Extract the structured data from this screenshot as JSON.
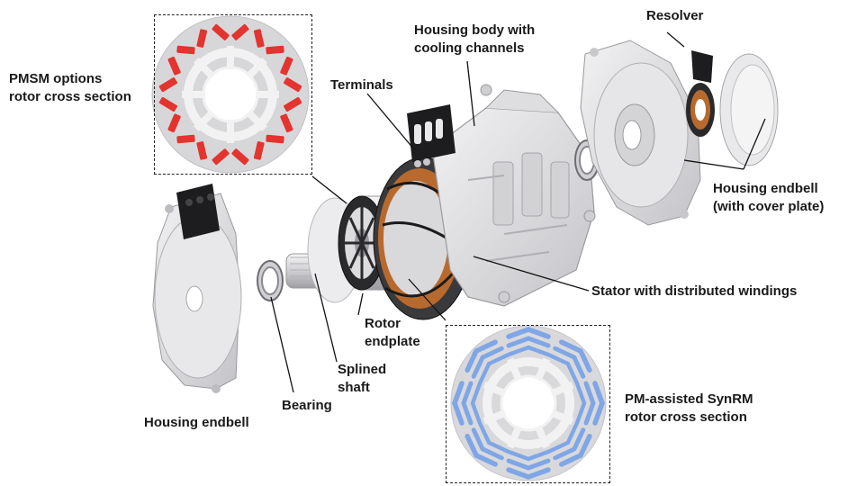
{
  "labels": {
    "pmsm_rotor": [
      "PMSM options",
      "rotor cross section"
    ],
    "housing_body": [
      "Housing body with",
      "cooling channels"
    ],
    "resolver": "Resolver",
    "terminals": "Terminals",
    "housing_endbell_right": [
      "Housing endbell",
      "(with cover plate)"
    ],
    "stator": "Stator with distributed windings",
    "rotor_endplate": [
      "Rotor",
      "endplate"
    ],
    "splined_shaft": [
      "Splined",
      "shaft"
    ],
    "bearing": "Bearing",
    "housing_endbell_left": "Housing endbell",
    "synrm_rotor": [
      "PM-assisted SynRM",
      "rotor cross section"
    ]
  },
  "colors": {
    "magnet_red": "#e3342f",
    "magnet_blue": "#7fa6e6",
    "metal_light": "#e4e4e6",
    "metal_mid": "#c9c9cc",
    "metal_dark": "#9c9ca0",
    "copper": "#b86a2e",
    "black_part": "#222222"
  }
}
